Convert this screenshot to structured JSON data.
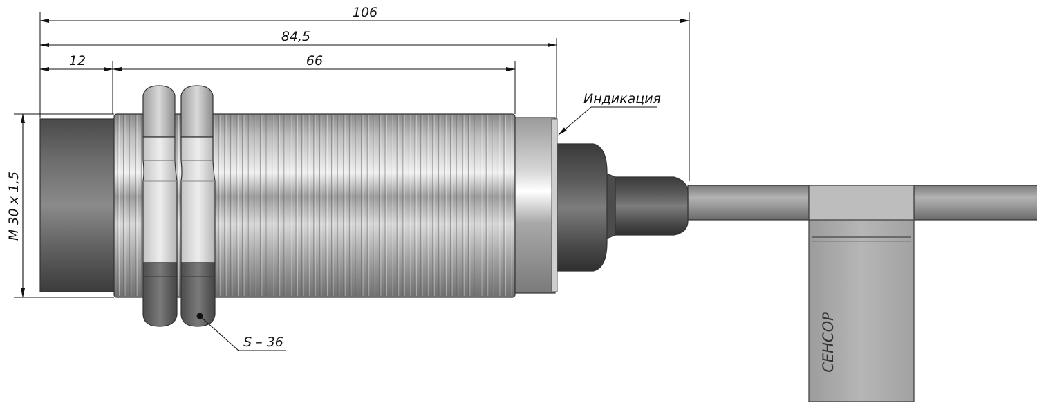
{
  "dimensions": {
    "overall_length": "106",
    "housing_length": "84,5",
    "face_length": "12",
    "thread_length": "66",
    "thread_size": "M 30 x 1,5"
  },
  "callouts": {
    "indication": "Индикация",
    "nut_size": "S – 36"
  },
  "tag": {
    "text": "СЕНСОР"
  },
  "colors": {
    "background": "#ffffff",
    "line": "#111111",
    "metal_light": "#e6e6e6",
    "metal_dark": "#7a7a7a",
    "face_dark": "#555555",
    "cable": "#9a9a9a",
    "tag": "#a8a8a8"
  }
}
